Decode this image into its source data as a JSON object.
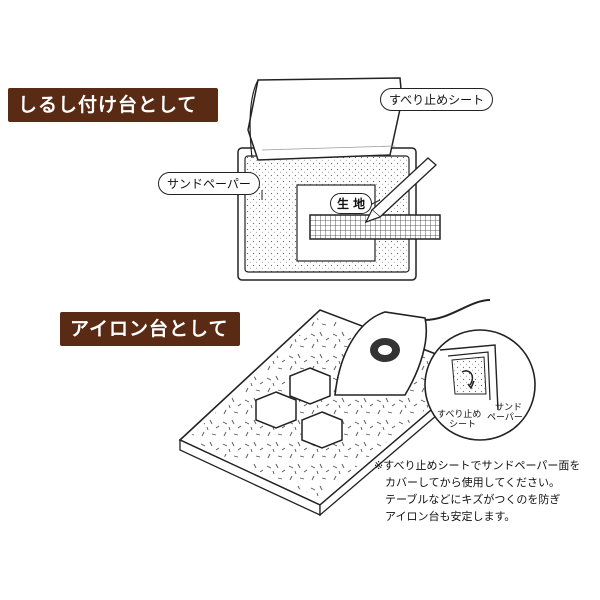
{
  "sections": {
    "marking_board": {
      "title": "しるし付け台として"
    },
    "ironing_board": {
      "title": "アイロン台として"
    }
  },
  "labels": {
    "non_slip_sheet": "すべり止めシート",
    "sandpaper": "サンドペーパー",
    "fabric": "生 地",
    "inset_non_slip_sheet": [
      "すべり止め",
      "シート"
    ],
    "inset_sandpaper": [
      "サンド",
      "ペーパー"
    ]
  },
  "note": {
    "lines": [
      "※すべり止めシートでサンドペーパー面を",
      "カバーしてから使用してください。",
      "テーブルなどにキズがつくのを防ぎ",
      "アイロン台も安定します。"
    ]
  },
  "colors": {
    "banner": "#5a2b14",
    "line": "#222222",
    "speckle": "#555555"
  }
}
